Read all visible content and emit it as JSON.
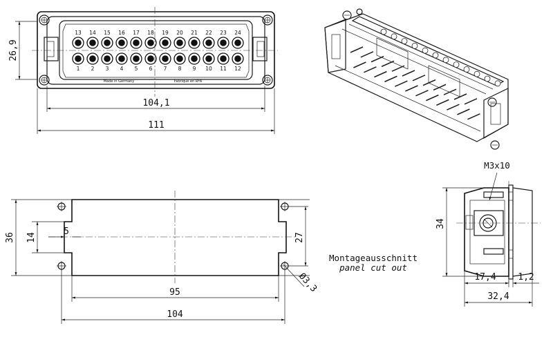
{
  "front_view": {
    "pins_top": [
      "13",
      "14",
      "15",
      "16",
      "17",
      "18",
      "19",
      "20",
      "21",
      "22",
      "23",
      "24"
    ],
    "pins_bottom": [
      "1",
      "2",
      "3",
      "4",
      "5",
      "6",
      "7",
      "8",
      "9",
      "10",
      "11",
      "12"
    ],
    "marking_left": "Made in Germany",
    "marking_right": "Fabriqué en RFA",
    "dim_height": "26,9",
    "dim_inner_width": "104,1",
    "dim_total_width": "111"
  },
  "cutout_view": {
    "dim_height": "36",
    "dim_inner": "14",
    "dim_small": "5",
    "dim_slot": "27",
    "dim_width": "95",
    "dim_total": "104",
    "dim_hole": "Ø3,3"
  },
  "cutout_label": {
    "german": "Montageausschnitt",
    "english": "panel cut out"
  },
  "side_view": {
    "screw_label": "M3x10",
    "dim_height": "34",
    "dim_depth": "17,4",
    "dim_flange": "1,2",
    "dim_total": "32,4"
  }
}
